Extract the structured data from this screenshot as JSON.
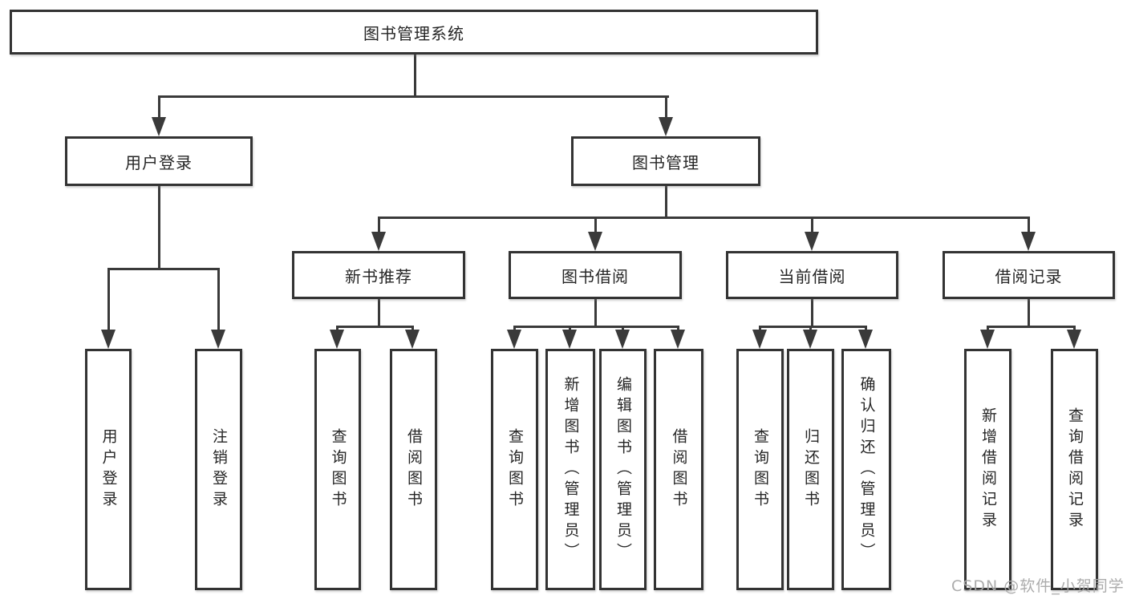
{
  "tree": {
    "root": {
      "label": "图书管理系统"
    },
    "level2": [
      {
        "label": "用户登录"
      },
      {
        "label": "图书管理"
      }
    ],
    "level3": [
      {
        "label": "新书推荐",
        "parent": "图书管理"
      },
      {
        "label": "图书借阅",
        "parent": "图书管理"
      },
      {
        "label": "当前借阅",
        "parent": "图书管理"
      },
      {
        "label": "借阅记录",
        "parent": "图书管理"
      }
    ],
    "leaves": [
      {
        "label": "用户登录",
        "parent": "用户登录"
      },
      {
        "label": "注销登录",
        "parent": "用户登录"
      },
      {
        "label": "查询图书",
        "parent": "新书推荐"
      },
      {
        "label": "借阅图书",
        "parent": "新书推荐"
      },
      {
        "label": "查询图书",
        "parent": "图书借阅"
      },
      {
        "label": "新增图书（管理员）",
        "parent": "图书借阅"
      },
      {
        "label": "编辑图书（管理员）",
        "parent": "图书借阅"
      },
      {
        "label": "借阅图书",
        "parent": "图书借阅"
      },
      {
        "label": "查询图书",
        "parent": "当前借阅"
      },
      {
        "label": "归还图书",
        "parent": "当前借阅"
      },
      {
        "label": "确认归还（管理员）",
        "parent": "当前借阅"
      },
      {
        "label": "新增借阅记录",
        "parent": "借阅记录"
      },
      {
        "label": "查询借阅记录",
        "parent": "借阅记录"
      }
    ]
  },
  "watermark": {
    "text": "CSDN @软件_小贺同学"
  },
  "colors": {
    "line": "#3a3a3a",
    "box_border": "#333333",
    "background": "#ffffff",
    "text": "#262626",
    "watermark": "#a8a8a8"
  }
}
